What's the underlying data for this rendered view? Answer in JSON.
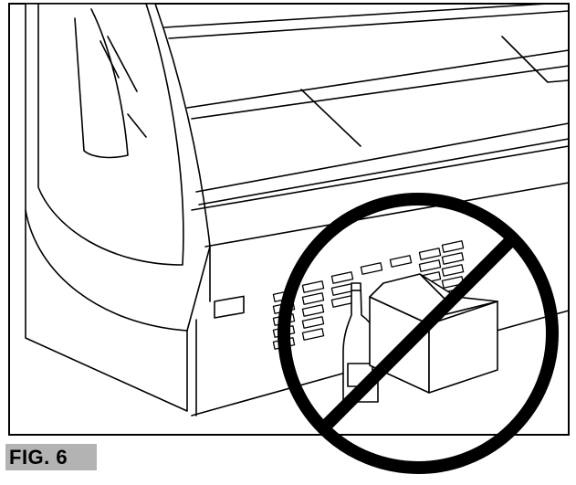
{
  "figure": {
    "label": "FIG. 6"
  },
  "parts": {
    "case_icon": "refrigerated-display-case",
    "bottle_icon": "wine-bottle",
    "box_icon": "cardboard-box",
    "prohibition_icon": "prohibition-sign"
  },
  "colors": {
    "line": "#000000",
    "background": "#ffffff",
    "label_background": "#b3b3b3"
  }
}
